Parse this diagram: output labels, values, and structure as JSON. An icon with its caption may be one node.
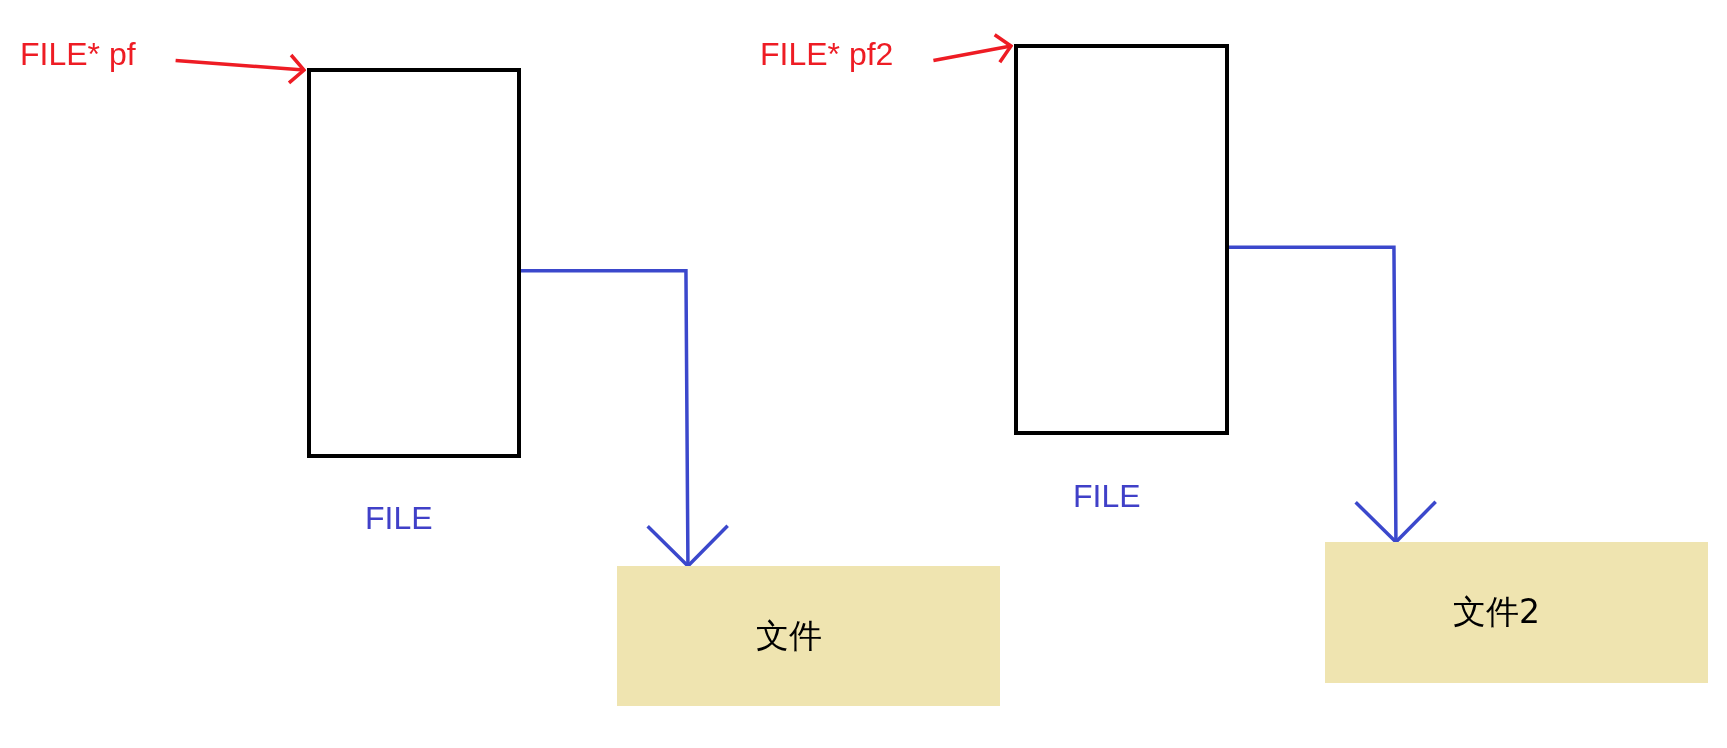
{
  "diagram": {
    "nodes": [
      {
        "text": [
          "FILE* pf"
        ]
      },
      {
        "text": [],
        "shape": "box",
        "beside": [
          "FILE"
        ]
      },
      {
        "text": [
          "文件"
        ]
      },
      {
        "text": [
          "FILE* pf2"
        ]
      },
      {
        "text": [],
        "shape": "box",
        "beside": [
          "FILE"
        ]
      },
      {
        "text": [
          "文件2"
        ]
      }
    ],
    "edges": [
      {
        "from": 0,
        "to": 1,
        "arrow": "to",
        "color": "#ee1c24"
      },
      {
        "from": 1,
        "to": 2,
        "arrow": "to",
        "color": "#3b48cc"
      },
      {
        "from": 3,
        "to": 4,
        "arrow": "to",
        "color": "#ee1c24"
      },
      {
        "from": 4,
        "to": 5,
        "arrow": "to",
        "color": "#3b48cc"
      }
    ]
  }
}
